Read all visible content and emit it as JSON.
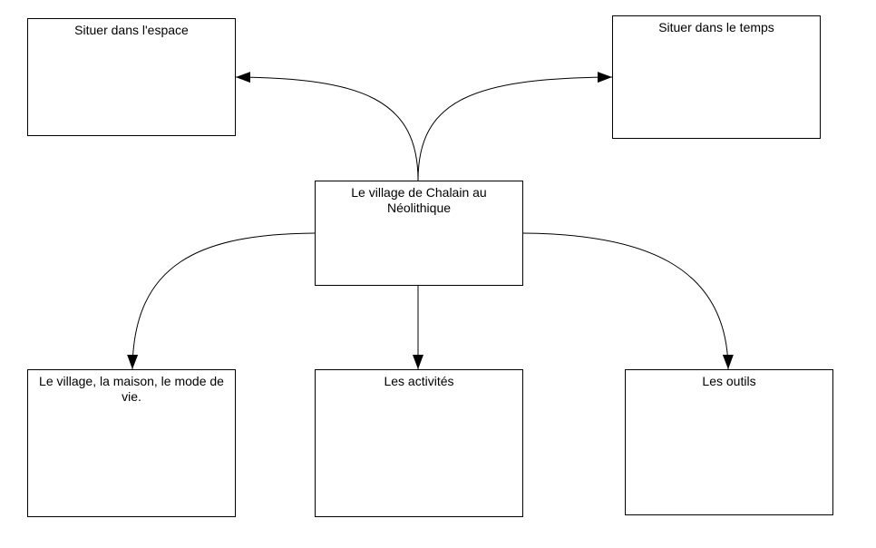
{
  "diagram": {
    "center": {
      "label": "Le village de Chalain au Néolithique"
    },
    "boxes": {
      "space": {
        "label": "Situer dans l'espace"
      },
      "time": {
        "label": "Situer dans le temps"
      },
      "village": {
        "label": "Le village, la maison, le mode de vie."
      },
      "activities": {
        "label": "Les activités"
      },
      "tools": {
        "label": "Les outils"
      }
    },
    "colors": {
      "stroke": "#000000",
      "background": "#ffffff"
    }
  }
}
